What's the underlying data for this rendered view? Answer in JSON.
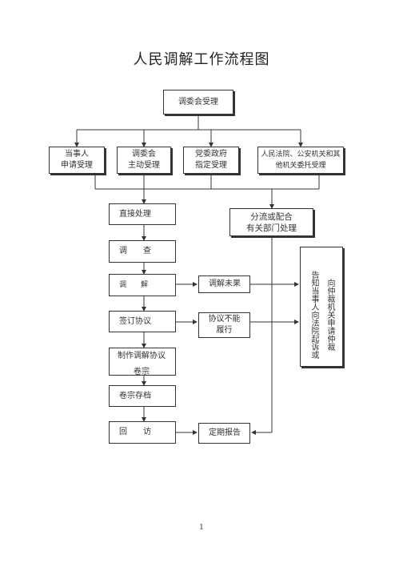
{
  "title": "人民调解工作流程图",
  "page_number": "1",
  "nodes": {
    "start": "调委会受理",
    "src1_line1": "当事人",
    "src1_line2": "申请受理",
    "src2_line1": "调委会",
    "src2_line2": "主动受理",
    "src3_line1": "党委政府",
    "src3_line2": "指定受理",
    "src4_line1": "人民法院、公安机关和其",
    "src4_line2": "他机关委托受理",
    "direct": "直接处理",
    "divert_line1": "分流或配合",
    "divert_line2": "有关部门处理",
    "investigate": "调　　查",
    "mediate": "调　　解",
    "mediation_failed": "调解未果",
    "sign": "签订协议",
    "not_perform_line1": "协议不能",
    "not_perform_line2": "履行",
    "make_doc_line1": "制作调解协议",
    "make_doc_line2": "卷宗",
    "archive": "卷宗存档",
    "revisit": "回　　访",
    "report": "定期报告",
    "notify_col1": "告知当事人向法院起诉或",
    "notify_col2": "向仲裁机关申请仲裁"
  },
  "colors": {
    "line": "#333333",
    "text": "#333333"
  }
}
